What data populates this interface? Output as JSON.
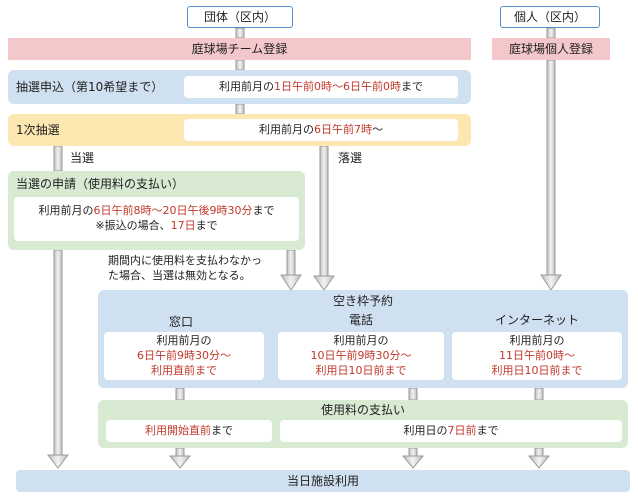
{
  "headers": {
    "group": "団体（区内）",
    "individual": "個人（区内）"
  },
  "registration": {
    "team": "庭球場チーム登録",
    "individual": "庭球場個人登録"
  },
  "lottery_apply": {
    "label": "抽選申込（第10希望まで）",
    "period": {
      "pre": "利用前月の",
      "highlight": "1日午前0時〜6日午前0時",
      "post": "まで"
    }
  },
  "first_lottery": {
    "label": "1次抽選",
    "period": {
      "pre": "利用前月の",
      "highlight": "6日午前7時",
      "post": "〜"
    }
  },
  "outcomes": {
    "win": "当選",
    "lose": "落選"
  },
  "win_application": {
    "label": "当選の申請（使用料の支払い）",
    "line1": {
      "pre": "利用前月の",
      "highlight": "6日午前8時〜20日午後9時30分",
      "post": "まで"
    },
    "line2": {
      "pre": "※振込の場合、",
      "highlight": "17日",
      "post": "まで"
    }
  },
  "note": {
    "line1": "期間内に使用料を支払わなかっ",
    "line2": "た場合、当選は無効となる。"
  },
  "vacancy": {
    "title": "空き枠予約",
    "channels": [
      {
        "name": "窓口",
        "line1": "利用前月の",
        "line2": "6日午前9時30分〜",
        "line3": "利用直前まで"
      },
      {
        "name": "電話",
        "line1": "利用前月の",
        "line2": "10日午前9時30分〜",
        "line3": "利用日10日前まで"
      },
      {
        "name": "インターネット",
        "line1": "利用前月の",
        "line2": "11日午前0時〜",
        "line3": "利用日10日前まで"
      }
    ]
  },
  "fee_payment": {
    "title": "使用料の支払い",
    "left": {
      "highlight": "利用開始直前",
      "post": "まで"
    },
    "right": {
      "pre": "利用日の",
      "highlight": "7日前",
      "post": "まで"
    }
  },
  "final": {
    "label": "当日施設利用"
  }
}
